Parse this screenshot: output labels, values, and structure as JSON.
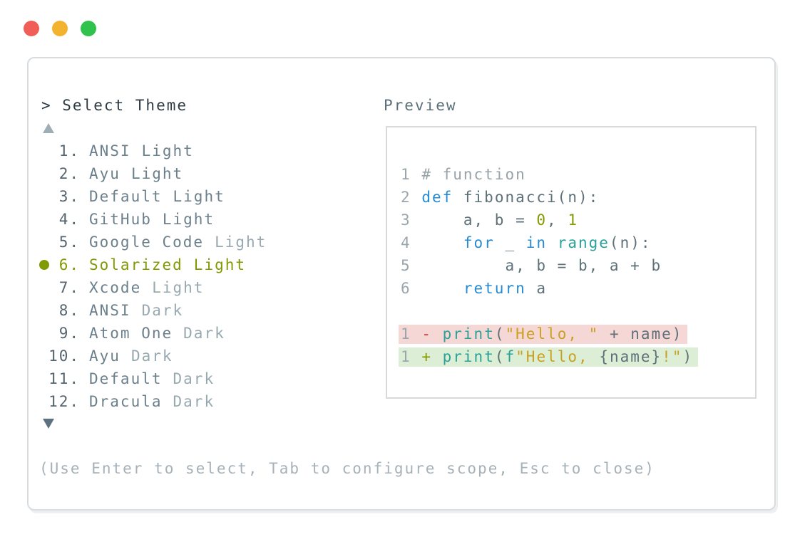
{
  "colors": {
    "traffic_close": "#f05e57",
    "traffic_min": "#f3b32f",
    "traffic_zoom": "#2fc24d",
    "prompt_ink": "#2d3a42",
    "label": "#5d7079",
    "list_number": "#556570",
    "list_name": "#6c808c",
    "list_dim": "#98a9b0",
    "selected": "#829a00",
    "syntax_keyword": "#268bd2",
    "syntax_function": "#2aa198",
    "syntax_string": "#c9a021",
    "syntax_number": "#859900",
    "syntax_comment": "#97a3a8",
    "syntax_base": "#5e7078",
    "line_number": "#9aa6ab",
    "diff_removed_fg": "#dc322f",
    "diff_added_fg": "#859900",
    "diff_removed_bg": "#f5d8d5",
    "diff_added_bg": "#dcefd6",
    "hint": "#a6b1b8",
    "border": "#d8dcde",
    "scroll_up": "#9fadb6",
    "scroll_down": "#5d7181"
  },
  "icons": {
    "scroll_up": "triangle-up",
    "scroll_down": "triangle-down",
    "selected_indicator": "filled-dot",
    "close": "red-circle",
    "minimize": "yellow-circle",
    "zoom": "green-circle"
  },
  "header": {
    "prompt": "> Select Theme",
    "preview_label": "Preview"
  },
  "theme_list": {
    "selected_number": "6.",
    "items": [
      {
        "number": "1.",
        "name": "ANSI",
        "variant": "Light",
        "variant_dim": false,
        "selected": false
      },
      {
        "number": "2.",
        "name": "Ayu",
        "variant": "Light",
        "variant_dim": false,
        "selected": false
      },
      {
        "number": "3.",
        "name": "Default",
        "variant": "Light",
        "variant_dim": false,
        "selected": false
      },
      {
        "number": "4.",
        "name": "GitHub",
        "variant": "Light",
        "variant_dim": false,
        "selected": false
      },
      {
        "number": "5.",
        "name": "Google Code",
        "variant": "Light",
        "variant_dim": true,
        "selected": false
      },
      {
        "number": "6.",
        "name": "Solarized",
        "variant": "Light",
        "variant_dim": false,
        "selected": true
      },
      {
        "number": "7.",
        "name": "Xcode",
        "variant": "Light",
        "variant_dim": true,
        "selected": false
      },
      {
        "number": "8.",
        "name": "ANSI",
        "variant": "Dark",
        "variant_dim": true,
        "selected": false
      },
      {
        "number": "9.",
        "name": "Atom One",
        "variant": "Dark",
        "variant_dim": true,
        "selected": false
      },
      {
        "number": "10.",
        "name": "Ayu",
        "variant": "Dark",
        "variant_dim": true,
        "selected": false
      },
      {
        "number": "11.",
        "name": "Default",
        "variant": "Dark",
        "variant_dim": true,
        "selected": false
      },
      {
        "number": "12.",
        "name": "Dracula",
        "variant": "Dark",
        "variant_dim": true,
        "selected": false
      }
    ]
  },
  "preview": {
    "code_lines": [
      {
        "diff": null,
        "tokens": [
          [
            "ln",
            "1"
          ],
          [
            "base",
            " "
          ],
          [
            "comment",
            "# function"
          ]
        ]
      },
      {
        "diff": null,
        "tokens": [
          [
            "ln",
            "2"
          ],
          [
            "base",
            " "
          ],
          [
            "kw",
            "def"
          ],
          [
            "base",
            " fibonacci(n):"
          ]
        ]
      },
      {
        "diff": null,
        "tokens": [
          [
            "ln",
            "3"
          ],
          [
            "base",
            "     a, b = "
          ],
          [
            "num",
            "0"
          ],
          [
            "base",
            ", "
          ],
          [
            "num",
            "1"
          ]
        ]
      },
      {
        "diff": null,
        "tokens": [
          [
            "ln",
            "4"
          ],
          [
            "base",
            "     "
          ],
          [
            "kw",
            "for"
          ],
          [
            "base",
            " _ "
          ],
          [
            "kw",
            "in"
          ],
          [
            "base",
            " "
          ],
          [
            "fn",
            "range"
          ],
          [
            "base",
            "(n):"
          ]
        ]
      },
      {
        "diff": null,
        "tokens": [
          [
            "ln",
            "5"
          ],
          [
            "base",
            "         a, b = b, a + b"
          ]
        ]
      },
      {
        "diff": null,
        "tokens": [
          [
            "ln",
            "6"
          ],
          [
            "base",
            "     "
          ],
          [
            "kw",
            "return"
          ],
          [
            "base",
            " a"
          ]
        ]
      },
      {
        "diff": null,
        "tokens": []
      },
      {
        "diff": "removed",
        "tokens": [
          [
            "ln",
            "1"
          ],
          [
            "base",
            " "
          ],
          [
            "minus",
            "-"
          ],
          [
            "base",
            " "
          ],
          [
            "fn",
            "print"
          ],
          [
            "base",
            "("
          ],
          [
            "str",
            "\"Hello, \""
          ],
          [
            "base",
            " + name)"
          ]
        ]
      },
      {
        "diff": "added",
        "tokens": [
          [
            "ln",
            "1"
          ],
          [
            "base",
            " "
          ],
          [
            "plus",
            "+"
          ],
          [
            "base",
            " "
          ],
          [
            "fn",
            "print"
          ],
          [
            "base",
            "("
          ],
          [
            "fn",
            "f"
          ],
          [
            "str",
            "\"Hello, "
          ],
          [
            "base",
            "{name}"
          ],
          [
            "str",
            "!\""
          ],
          [
            "base",
            ")"
          ]
        ]
      }
    ]
  },
  "footer": {
    "hint": "(Use Enter to select, Tab to configure scope, Esc to close)"
  }
}
